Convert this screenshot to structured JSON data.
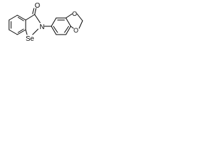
{
  "molecule": {
    "atoms": {
      "carbonyl_oxygen": "O",
      "nitrogen": "N",
      "selenium": "Se",
      "dioxole_oxygen_top": "O",
      "dioxole_oxygen_bottom": "O"
    },
    "colors": {
      "bond": "#000000",
      "label": "#000000",
      "background": "#ffffff"
    }
  }
}
